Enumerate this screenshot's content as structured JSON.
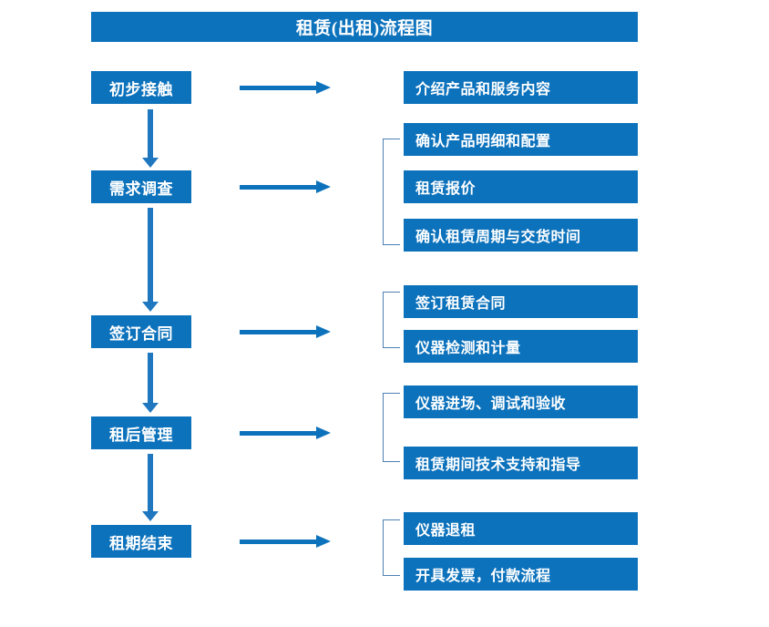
{
  "title": "租赁(出租)流程图",
  "theme": {
    "box_fill": "#0d72bc",
    "box_text": "#ffffff",
    "arrow": "#0d72bc",
    "v_arrow": "#1f77bf",
    "bracket": "#4c80b4",
    "background": "#ffffff"
  },
  "stages": [
    {
      "label": "初步接触"
    },
    {
      "label": "需求调查"
    },
    {
      "label": "签订合同"
    },
    {
      "label": "租后管理"
    },
    {
      "label": "租期结束"
    }
  ],
  "details": [
    {
      "label": "介绍产品和服务内容"
    },
    {
      "label": "确认产品明细和配置"
    },
    {
      "label": "租赁报价"
    },
    {
      "label": "确认租赁周期与交货时间"
    },
    {
      "label": "签订租赁合同"
    },
    {
      "label": "仪器检测和计量"
    },
    {
      "label": "仪器进场、调试和验收"
    },
    {
      "label": "租赁期间技术支持和指导"
    },
    {
      "label": "仪器退租"
    },
    {
      "label": "开具发票，付款流程"
    }
  ],
  "icons": {
    "right_arrow": "right-arrow-icon",
    "down_arrow": "down-arrow-icon",
    "group_bracket": "group-bracket-icon"
  }
}
